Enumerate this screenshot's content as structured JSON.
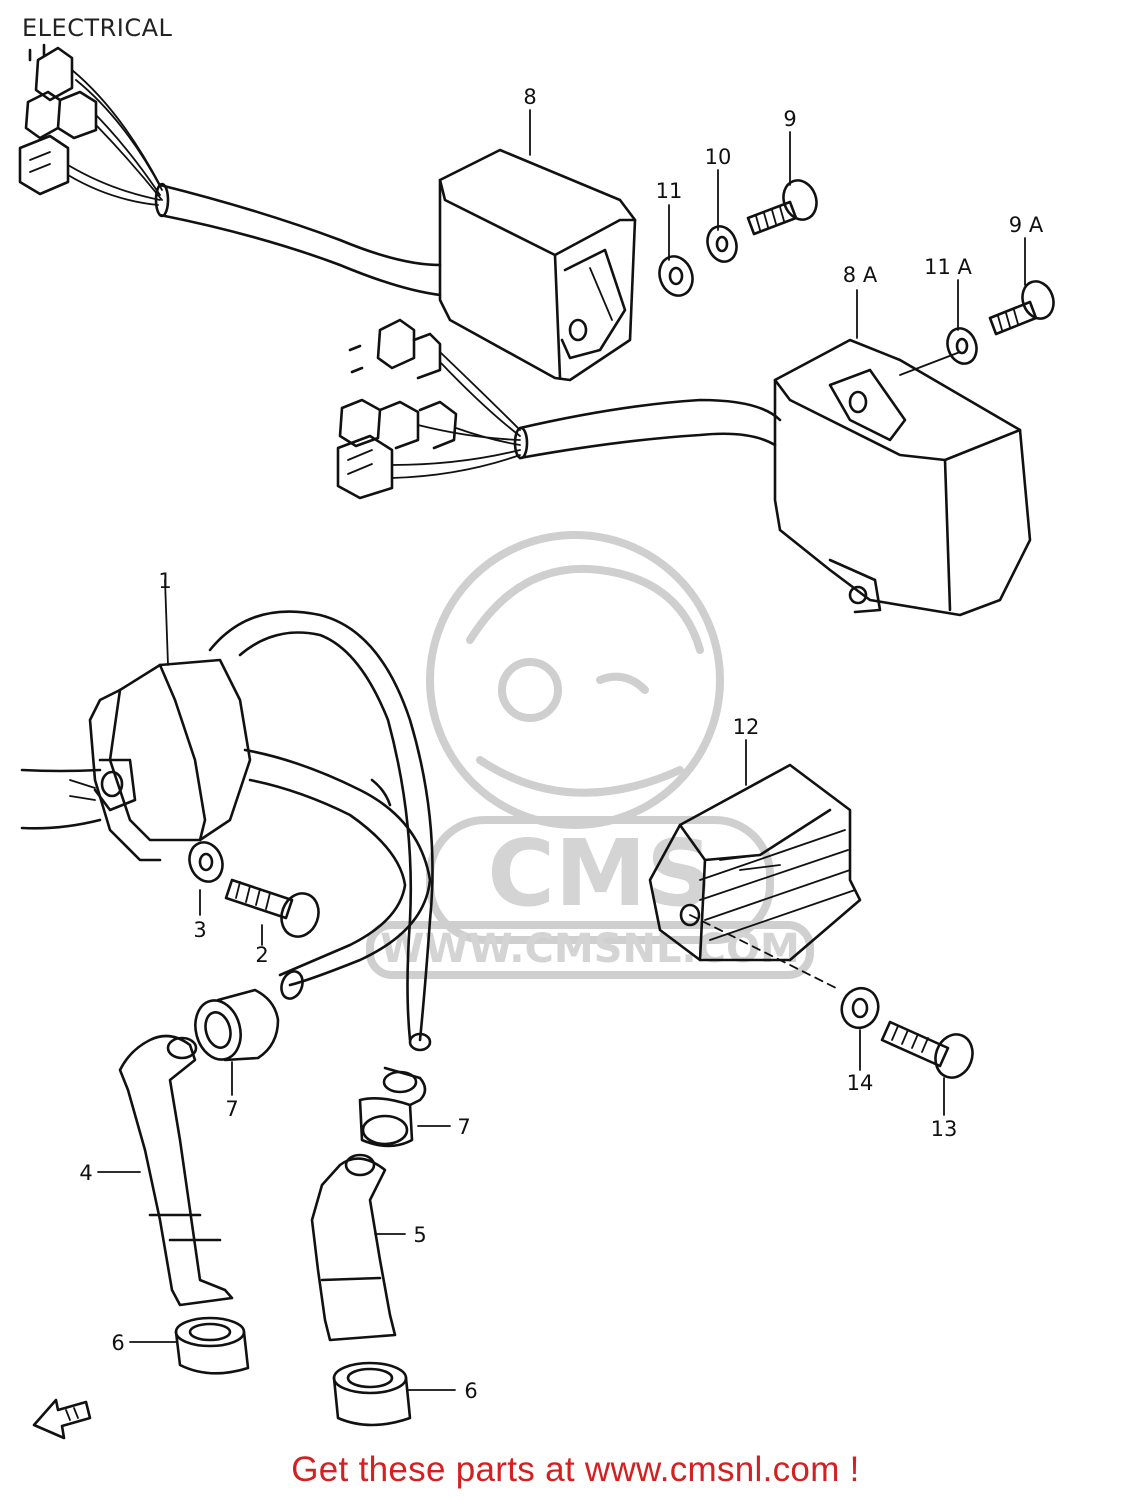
{
  "header": {
    "title": "ELECTRICAL"
  },
  "footer": {
    "text": "Get these parts at www.cmsnl.com !"
  },
  "watermark": {
    "brand": "CMS",
    "url": "WWW.CMSNL.COM",
    "color": "#cfcfcf"
  },
  "colors": {
    "line": "#111111",
    "footer_text": "#d42020"
  },
  "callouts": [
    {
      "id": "c1",
      "label": "1"
    },
    {
      "id": "c2",
      "label": "2"
    },
    {
      "id": "c3",
      "label": "3"
    },
    {
      "id": "c4",
      "label": "4"
    },
    {
      "id": "c5",
      "label": "5"
    },
    {
      "id": "c6a",
      "label": "6"
    },
    {
      "id": "c6b",
      "label": "6"
    },
    {
      "id": "c7a",
      "label": "7"
    },
    {
      "id": "c7b",
      "label": "7"
    },
    {
      "id": "c8",
      "label": "8"
    },
    {
      "id": "c8a",
      "label": "8 A"
    },
    {
      "id": "c9",
      "label": "9"
    },
    {
      "id": "c9a",
      "label": "9 A"
    },
    {
      "id": "c10",
      "label": "10"
    },
    {
      "id": "c11",
      "label": "11"
    },
    {
      "id": "c11a",
      "label": "11 A"
    },
    {
      "id": "c12",
      "label": "12"
    },
    {
      "id": "c13",
      "label": "13"
    },
    {
      "id": "c14",
      "label": "14"
    }
  ]
}
